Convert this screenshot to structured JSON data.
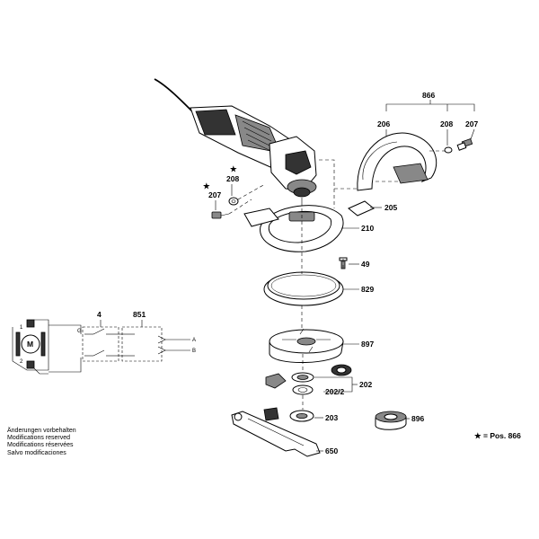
{
  "labels": {
    "p866": "866",
    "p206": "206",
    "p208_top": "208",
    "p207_top": "207",
    "p208_left": "208",
    "p207_left": "207",
    "p205": "205",
    "p210": "210",
    "p49": "49",
    "p829": "829",
    "p4": "4",
    "p851": "851",
    "p897": "897",
    "p202": "202",
    "p202_2": "202/2",
    "p896": "896",
    "p203": "203",
    "p650": "650"
  },
  "circuit": {
    "motor": "M",
    "term_a": "A",
    "term_b": "B",
    "term_g": "G"
  },
  "notes": [
    "Änderungen vorbehalten",
    "Modifications reserved",
    "Modifications réservées",
    "Salvo modificaciones"
  ],
  "legend": {
    "star": "★",
    "text": "= Pos. 866"
  }
}
